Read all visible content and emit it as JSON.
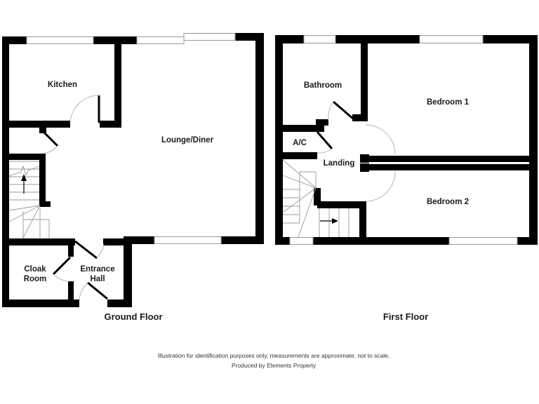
{
  "ground_floor": {
    "label": "Ground Floor",
    "rooms": {
      "kitchen": "Kitchen",
      "lounge_diner": "Lounge/Diner",
      "cloak_room_line1": "Cloak",
      "cloak_room_line2": "Room",
      "entrance_hall_line1": "Entrance",
      "entrance_hall_line2": "Hall"
    }
  },
  "first_floor": {
    "label": "First Floor",
    "rooms": {
      "bathroom": "Bathroom",
      "ac": "A/C",
      "landing": "Landing",
      "bedroom1": "Bedroom 1",
      "bedroom2": "Bedroom 2"
    }
  },
  "footer": {
    "disclaimer": "Illustration for identification purposes only, measurements are approximate, not to scale.",
    "producer": "Produced by Elements Property"
  },
  "colors": {
    "wall": "#000000",
    "background": "#ffffff",
    "thin_line": "#999999"
  }
}
